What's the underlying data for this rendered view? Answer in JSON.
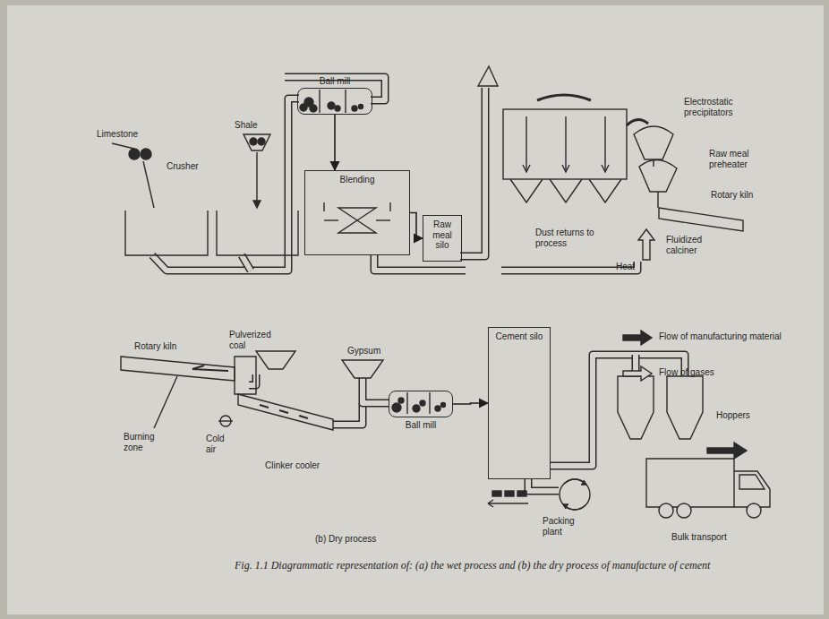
{
  "diagram": {
    "caption": "Fig. 1.1 Diagrammatic representation of: (a) the wet process and (b) the dry process of manufacture of cement",
    "nodes": [
      {
        "text": [
          "Ball mill"
        ]
      },
      {
        "text": [
          "Blending"
        ]
      },
      {
        "text": [
          "Raw meal silo"
        ]
      },
      {
        "text": [
          "Ball mill"
        ]
      },
      {
        "text": [
          "Cement silo"
        ]
      }
    ],
    "edges": [
      {
        "from": 0,
        "to": 1,
        "arrow": "to"
      },
      {
        "from": 1,
        "to": 2,
        "arrow": "to"
      },
      {
        "from": 3,
        "to": 4,
        "arrow": "to"
      }
    ],
    "labels": [
      "Limestone",
      "Crusher",
      "Shale",
      "Electrostatic precipitators",
      "Raw meal preheater",
      "Rotary kiln",
      "Dust returns to process",
      "Heat",
      "Fluidized calciner",
      "Pulverized coal",
      "Gypsum",
      "Rotary kiln",
      "Burning zone",
      "Cold air",
      "Clinker cooler",
      "Hoppers",
      "Packing plant",
      "Bulk transport",
      "(b) Dry process"
    ],
    "legend": [
      {
        "text": "Flow of manufacturing material"
      },
      {
        "text": "Flow of gases"
      }
    ]
  }
}
